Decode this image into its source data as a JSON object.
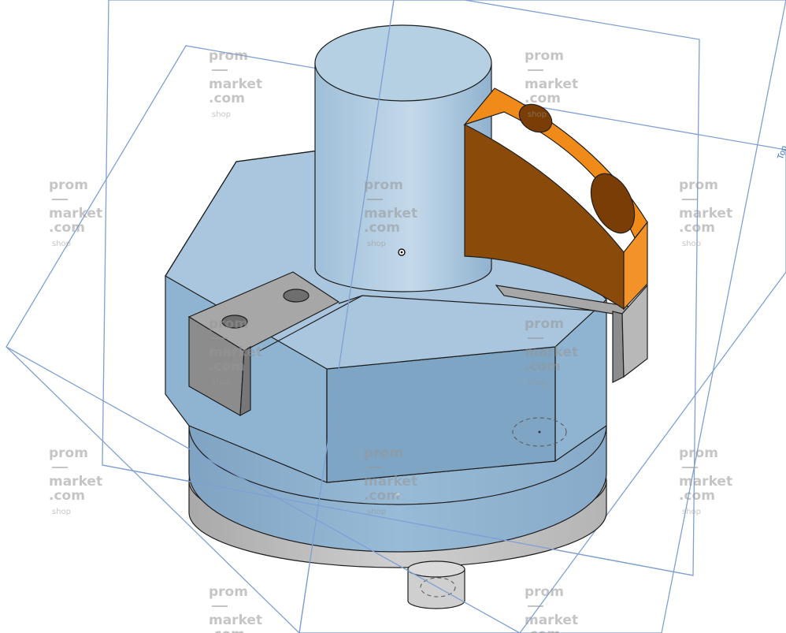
{
  "watermark": {
    "line1": "prom",
    "line2": "market",
    "line3": ".com",
    "suffix": "shop"
  },
  "viewport": {
    "plane_label": "Top"
  },
  "colors": {
    "background": "#ffffff",
    "plane_outline": "#7fa0d4",
    "body_blue": "#8fb4d2",
    "body_blue_dark": "#6f94b3",
    "body_top": "#a9c6de",
    "gray_part": "#b9b9b9",
    "gray_dark": "#8e8e8e",
    "orange_face": "#8a4a0a",
    "orange_top": "#f08a18",
    "edge": "#1e1e1e"
  },
  "icons": {
    "origin_marker": "origin-point-icon"
  }
}
